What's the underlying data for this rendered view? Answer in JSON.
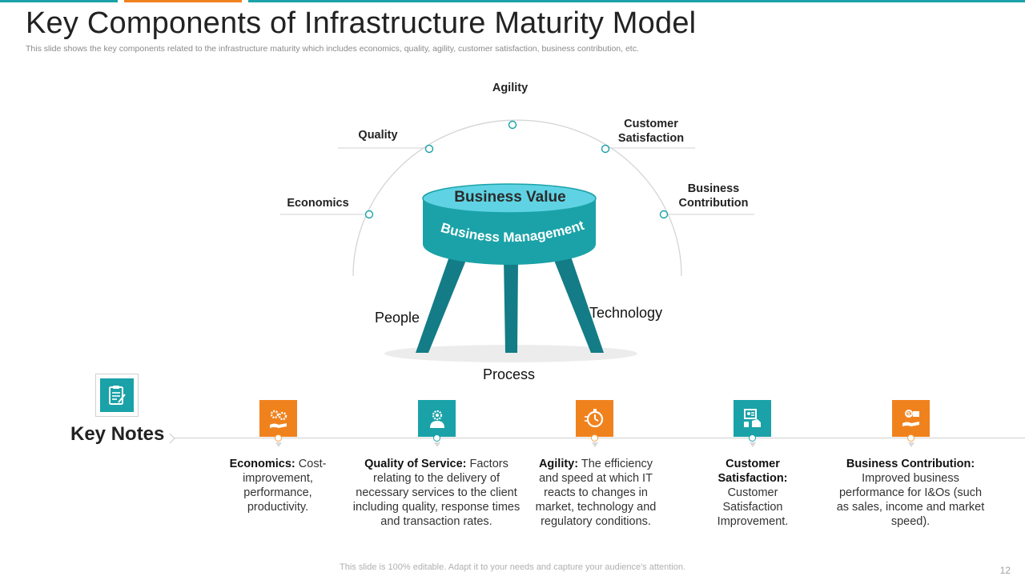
{
  "title": "Key Components of Infrastructure Maturity Model",
  "subtitle": "This slide shows the key components related to the infrastructure maturity which includes economics, quality, agility, customer satisfaction, business contribution, etc.",
  "colors": {
    "teal": "#1aa2a8",
    "orange": "#f0821e",
    "stool_top": "#5fd3e3",
    "stool_dark": "#137c86"
  },
  "diagram": {
    "arc_labels": {
      "economics": "Economics",
      "quality": "Quality",
      "agility": "Agility",
      "customer_satisfaction": "Customer Satisfaction",
      "business_contribution": "Business Contribution"
    },
    "stool": {
      "top_label": "Business Value",
      "band_label": "Business Management",
      "leg_people": "People",
      "leg_process": "Process",
      "leg_technology": "Technology"
    }
  },
  "key_notes": {
    "title": "Key Notes",
    "icon": "clipboard-icon",
    "items": [
      {
        "icon": "gears-hand-icon",
        "color": "orange",
        "bold": "Economics:",
        "text": " Cost-improvement, performance, productivity."
      },
      {
        "icon": "service-person-icon",
        "color": "teal",
        "bold": "Quality of Service:",
        "text": " Factors relating to the delivery of necessary services to the client including quality, response times and transaction rates."
      },
      {
        "icon": "stopwatch-icon",
        "color": "orange",
        "bold": "Agility:",
        "text": " The efficiency and speed at which IT reacts to changes in market, technology and regulatory conditions."
      },
      {
        "icon": "customer-satisfaction-icon",
        "color": "teal",
        "bold": "Customer Satisfaction:",
        "text": " Customer Satisfaction Improvement."
      },
      {
        "icon": "money-hand-icon",
        "color": "orange",
        "bold": "Business Contribution:",
        "text": " Improved business performance for I&Os (such as sales, income and market speed)."
      }
    ]
  },
  "footer": "This slide is 100% editable. Adapt it to your needs and capture your audience's attention.",
  "page_number": "12"
}
